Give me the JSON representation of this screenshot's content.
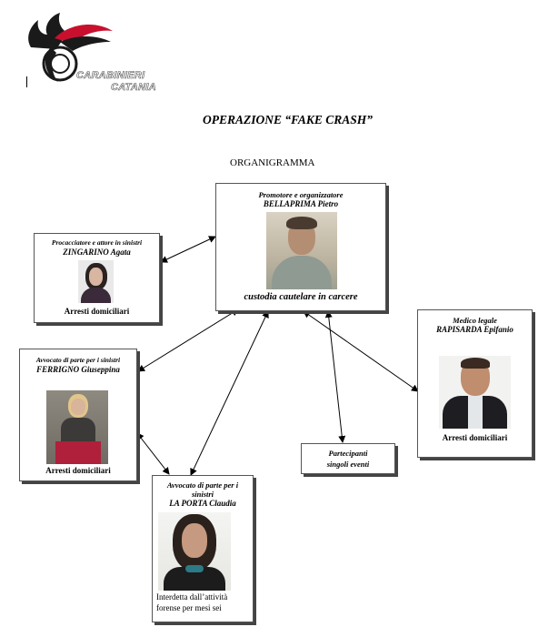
{
  "logo": {
    "line1": "CARABINIERI",
    "line2": "CATANIA"
  },
  "title": "OPERAZIONE “FAKE CRASH”",
  "subtitle": "ORGANIGRAMMA",
  "nodes": {
    "bellaprima": {
      "role": "Promotore e organizzatore",
      "name": "BELLAPRIMA Pietro",
      "status": "custodia cautelare in carcere"
    },
    "zingarino": {
      "role": "Procacciatore e attore in sinistri",
      "name": "ZINGARINO Agata",
      "status": "Arresti domiciliari"
    },
    "ferrigno": {
      "role": "Avvocato di parte per i sinistri",
      "name": "FERRIGNO Giuseppina",
      "status": "Arresti domiciliari"
    },
    "laporta": {
      "role_line1": "Avvocato di parte per i",
      "role_line2": "sinistri",
      "name": "LA PORTA Claudia",
      "status_line1": "Interdetta dall’attività",
      "status_line2": "forense per mesi sei"
    },
    "rapisarda": {
      "role": "Medico legale",
      "name": "RAPISARDA Epifanio",
      "status": "Arresti domiciliari"
    },
    "partecipanti": {
      "line1": "Partecipanti",
      "line2": "singoli eventi"
    }
  },
  "colors": {
    "logo_red": "#c8102e",
    "logo_black": "#1a1a1a"
  }
}
